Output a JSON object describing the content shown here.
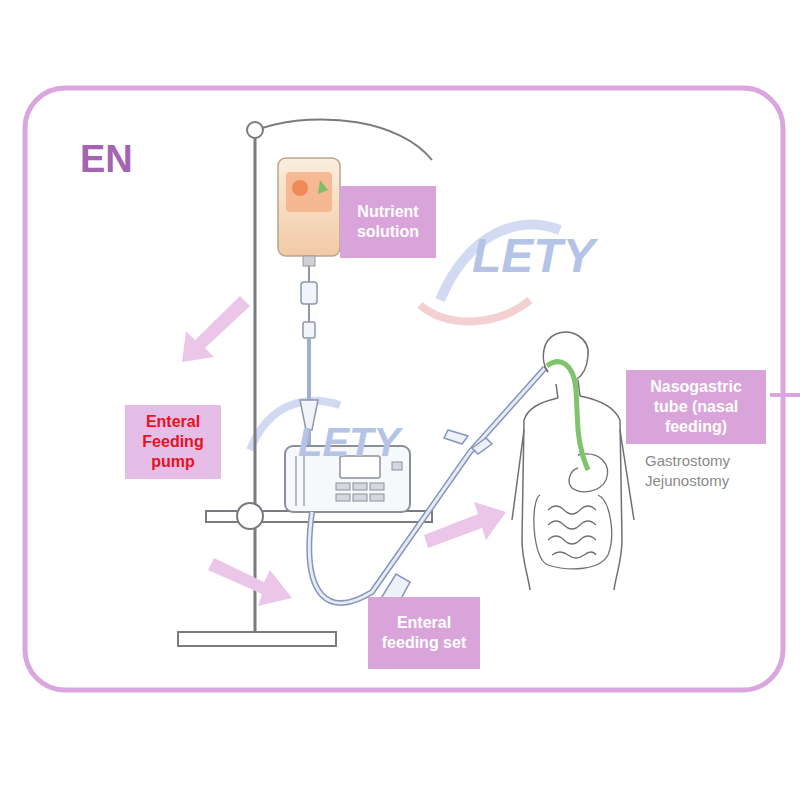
{
  "diagram": {
    "title": "EN",
    "nodes": [
      {
        "text": [
          "Nutrient solution"
        ]
      },
      {
        "text": [
          "Enteral Feeding pump"
        ]
      },
      {
        "text": [
          "Nasogastric tube (nasal feeding)"
        ]
      },
      {
        "text": [
          "Enteral feeding set"
        ]
      }
    ],
    "labels": [
      "LETY",
      "LETY",
      "Gastrostomy",
      "Jejunostomy"
    ]
  }
}
